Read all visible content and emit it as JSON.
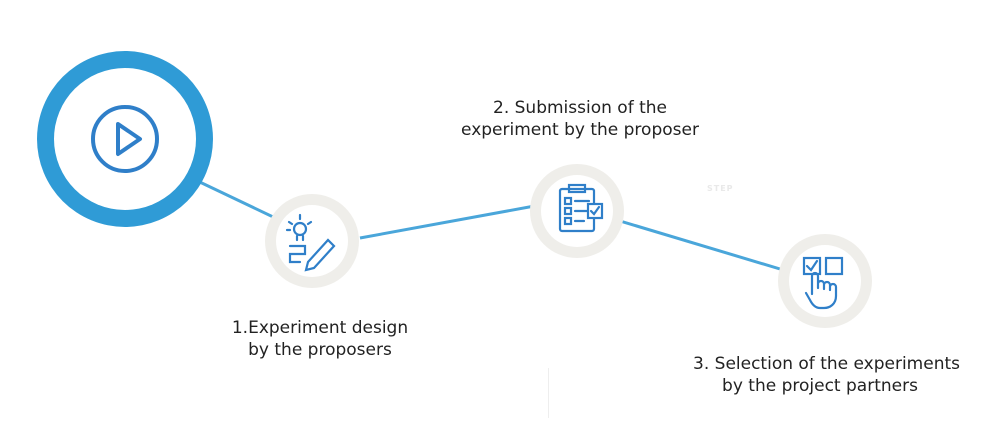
{
  "steps": [
    {
      "number": "1.",
      "line1": "Experiment   design",
      "line2": "by the proposers",
      "icon": "lightbulb-pencil-icon"
    },
    {
      "number": "2.",
      "line1": "Submission of the",
      "line2": "experiment by the proposer",
      "icon": "clipboard-checklist-icon"
    },
    {
      "number": "3.",
      "line1": "Selection of the experiments",
      "line2": "by the project partners",
      "icon": "hand-select-checkbox-icon"
    }
  ],
  "start": {
    "icon": "play-icon"
  },
  "watermark": "STEP",
  "colors": {
    "accent": "#2f9bd6",
    "icon_blue": "#2f7fc9",
    "ring_gray": "#efeeea"
  }
}
